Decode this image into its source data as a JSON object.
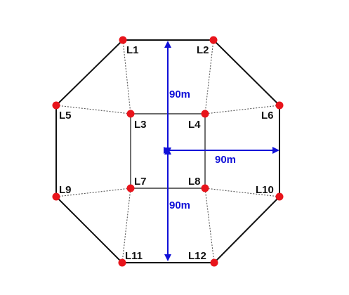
{
  "nodes": [
    {
      "id": "L1",
      "label": "L1"
    },
    {
      "id": "L2",
      "label": "L2"
    },
    {
      "id": "L3",
      "label": "L3"
    },
    {
      "id": "L4",
      "label": "L4"
    },
    {
      "id": "L5",
      "label": "L5"
    },
    {
      "id": "L6",
      "label": "L6"
    },
    {
      "id": "L7",
      "label": "L7"
    },
    {
      "id": "L8",
      "label": "L8"
    },
    {
      "id": "L9",
      "label": "L9"
    },
    {
      "id": "L10",
      "label": "L10"
    },
    {
      "id": "L11",
      "label": "L11"
    },
    {
      "id": "L12",
      "label": "L12"
    }
  ],
  "dimensions": {
    "top": "90m",
    "right": "90m",
    "bottom": "90m"
  },
  "colors": {
    "node": "#e8141b",
    "outline": "#111111",
    "dashed": "#555555",
    "dimension": "#1010d8"
  }
}
